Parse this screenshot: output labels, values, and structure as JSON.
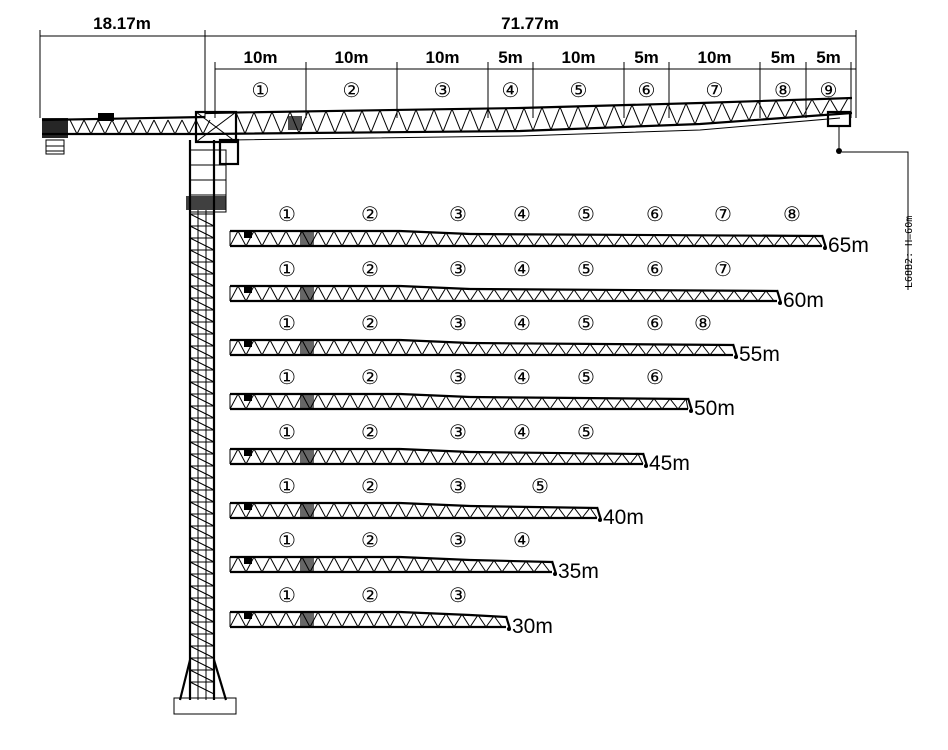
{
  "dimensions": {
    "counter_jib": "18.17m",
    "main_jib": "71.77m",
    "sections": [
      "10m",
      "10m",
      "10m",
      "5m",
      "10m",
      "5m",
      "10m",
      "5m",
      "5m"
    ]
  },
  "top_jib_numbers": [
    "①",
    "②",
    "③",
    "④",
    "⑤",
    "⑥",
    "⑦",
    "⑧",
    "⑨"
  ],
  "model_label": "L68B2: H=60m",
  "jib_configs": [
    {
      "length": "65m",
      "numbers": [
        "①",
        "②",
        "③",
        "④",
        "⑤",
        "⑥",
        "⑦",
        "⑧"
      ]
    },
    {
      "length": "60m",
      "numbers": [
        "①",
        "②",
        "③",
        "④",
        "⑤",
        "⑥",
        "⑦"
      ]
    },
    {
      "length": "55m",
      "numbers": [
        "①",
        "②",
        "③",
        "④",
        "⑤",
        "⑥",
        "⑧"
      ]
    },
    {
      "length": "50m",
      "numbers": [
        "①",
        "②",
        "③",
        "④",
        "⑤",
        "⑥"
      ]
    },
    {
      "length": "45m",
      "numbers": [
        "①",
        "②",
        "③",
        "④",
        "⑤"
      ]
    },
    {
      "length": "40m",
      "numbers": [
        "①",
        "②",
        "③",
        "⑤"
      ]
    },
    {
      "length": "35m",
      "numbers": [
        "①",
        "②",
        "③",
        "④"
      ]
    },
    {
      "length": "30m",
      "numbers": [
        "①",
        "②",
        "③"
      ]
    }
  ]
}
